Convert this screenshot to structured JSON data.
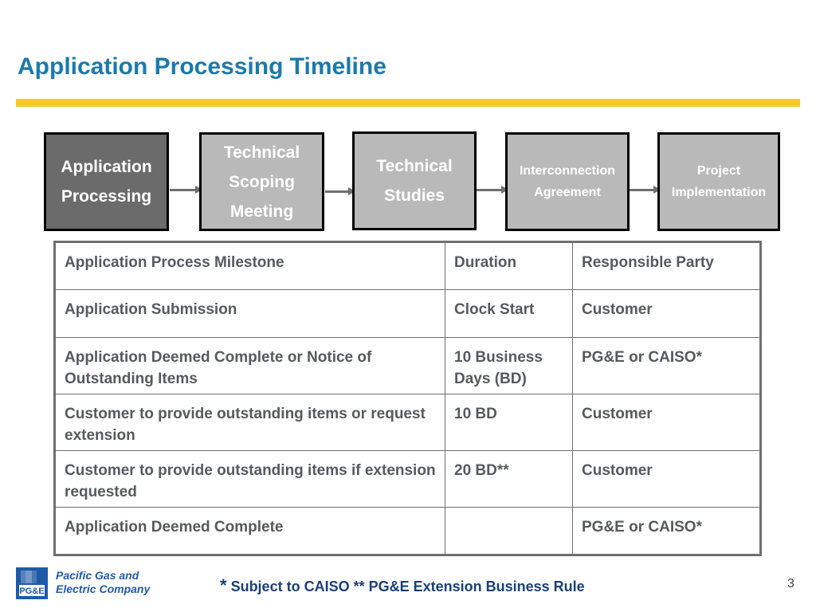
{
  "title": "Application Processing Timeline",
  "colors": {
    "title": "#1a7aad",
    "rule": "#f9c72a",
    "active_step": "#6b6b6b",
    "step": "#b9b9b9"
  },
  "steps": [
    {
      "label": "Application\nProcessing",
      "active": true
    },
    {
      "label": "Technical\nScoping\nMeeting",
      "active": false
    },
    {
      "label": "Technical\nStudies",
      "active": false
    },
    {
      "label": "Interconnection\nAgreement",
      "active": false
    },
    {
      "label": "Project\nImplementation",
      "active": false
    }
  ],
  "table": {
    "headers": [
      "Application Process Milestone",
      "Duration",
      "Responsible Party"
    ],
    "rows": [
      [
        "Application Submission",
        "Clock Start",
        "Customer"
      ],
      [
        "Application Deemed Complete or Notice of Outstanding Items",
        "10 Business Days (BD)",
        "PG&E or CAISO*"
      ],
      [
        "Customer to provide outstanding items or request extension",
        "10 BD",
        "Customer"
      ],
      [
        "Customer to provide outstanding items if extension requested",
        "20 BD**",
        "Customer"
      ],
      [
        "Application Deemed Complete",
        "",
        "PG&E or CAISO*"
      ]
    ]
  },
  "footer": {
    "logo_mark": "PG&E",
    "logo_text": "Pacific Gas and\nElectric Company",
    "logo_icon": "pge-logo-icon",
    "footnote_star": "*",
    "footnote_text": " Subject to CAISO   ** PG&E Extension Business Rule",
    "page_number": "3"
  }
}
